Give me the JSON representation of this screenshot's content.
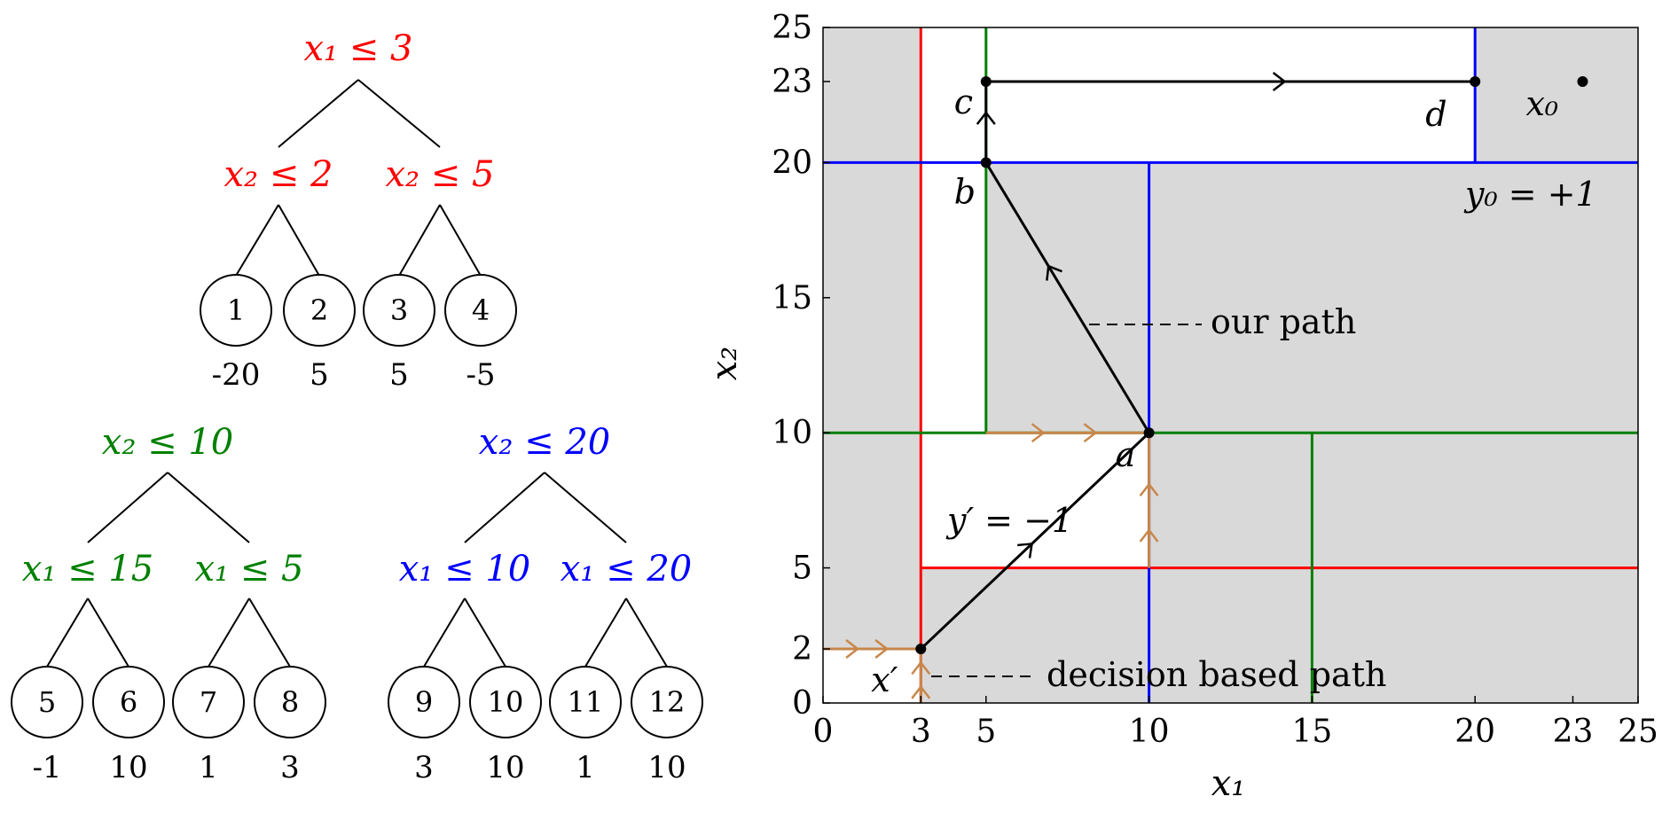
{
  "colors": {
    "red": "#ff0000",
    "green": "#008000",
    "blue": "#0000ff",
    "black": "#000000",
    "brown": "#c8874a",
    "shade": "#d9d9d9"
  },
  "trees": [
    {
      "color": "red",
      "root": "x₁ ≤ 3",
      "left": "x₂ ≤ 2",
      "right": "x₂ ≤ 5",
      "leaves": [
        {
          "id": "1",
          "value": "-20"
        },
        {
          "id": "2",
          "value": "5"
        },
        {
          "id": "3",
          "value": "5"
        },
        {
          "id": "4",
          "value": "-5"
        }
      ]
    },
    {
      "color": "green",
      "root": "x₂ ≤ 10",
      "left": "x₁ ≤ 15",
      "right": "x₁ ≤ 5",
      "leaves": [
        {
          "id": "5",
          "value": "-1"
        },
        {
          "id": "6",
          "value": "10"
        },
        {
          "id": "7",
          "value": "1"
        },
        {
          "id": "8",
          "value": "3"
        }
      ]
    },
    {
      "color": "blue",
      "root": "x₂ ≤ 20",
      "left": "x₁ ≤ 10",
      "right": "x₁ ≤ 20",
      "leaves": [
        {
          "id": "9",
          "value": "3"
        },
        {
          "id": "10",
          "value": "10"
        },
        {
          "id": "11",
          "value": "1"
        },
        {
          "id": "12",
          "value": "10"
        }
      ]
    }
  ],
  "plot": {
    "xlabel": "x₁",
    "ylabel": "x₂",
    "xlim": [
      0,
      25
    ],
    "ylim": [
      0,
      25
    ],
    "xticks": [
      0,
      3,
      5,
      10,
      15,
      20,
      23,
      25
    ],
    "yticks": [
      0,
      2,
      5,
      10,
      15,
      20,
      23,
      25
    ],
    "white_regions": [
      {
        "x": [
          0,
          3
        ],
        "y": [
          0,
          2
        ]
      },
      {
        "x": [
          3,
          10
        ],
        "y": [
          5,
          10
        ]
      },
      {
        "x": [
          5,
          20
        ],
        "y": [
          20,
          25
        ]
      },
      {
        "x": [
          3,
          5
        ],
        "y": [
          10,
          25
        ]
      }
    ],
    "split_lines": [
      {
        "color": "red",
        "from": [
          3,
          0
        ],
        "to": [
          3,
          25
        ]
      },
      {
        "color": "red",
        "from": [
          3,
          5
        ],
        "to": [
          25,
          5
        ]
      },
      {
        "color": "green",
        "from": [
          0,
          10
        ],
        "to": [
          25,
          10
        ]
      },
      {
        "color": "green",
        "from": [
          5,
          10
        ],
        "to": [
          5,
          25
        ]
      },
      {
        "color": "green",
        "from": [
          15,
          0
        ],
        "to": [
          15,
          10
        ]
      },
      {
        "color": "blue",
        "from": [
          0,
          20
        ],
        "to": [
          25,
          20
        ]
      },
      {
        "color": "blue",
        "from": [
          10,
          0
        ],
        "to": [
          10,
          20
        ]
      },
      {
        "color": "blue",
        "from": [
          20,
          20
        ],
        "to": [
          20,
          25
        ]
      }
    ],
    "points": [
      {
        "name": "x′",
        "x": 3,
        "y": 2
      },
      {
        "name": "a",
        "x": 10,
        "y": 10
      },
      {
        "name": "b",
        "x": 5,
        "y": 20
      },
      {
        "name": "c",
        "x": 5,
        "y": 23
      },
      {
        "name": "d",
        "x": 20,
        "y": 23
      },
      {
        "name": "x₀",
        "x": 23.3,
        "y": 23
      }
    ],
    "our_path": [
      [
        3,
        2
      ],
      [
        10,
        10
      ],
      [
        5,
        20
      ],
      [
        5,
        23
      ],
      [
        20,
        23
      ]
    ],
    "decision_path": [
      [
        0,
        2
      ],
      [
        3,
        2
      ],
      [
        3,
        0
      ]
    ],
    "decision_path_extra": [
      [
        5,
        10
      ],
      [
        10,
        10
      ],
      [
        10,
        5
      ]
    ],
    "annotations": {
      "our_path": "our path",
      "decision_path": "decision based path",
      "y0": "y₀ = +1",
      "yprime": "y′ = −1"
    }
  }
}
